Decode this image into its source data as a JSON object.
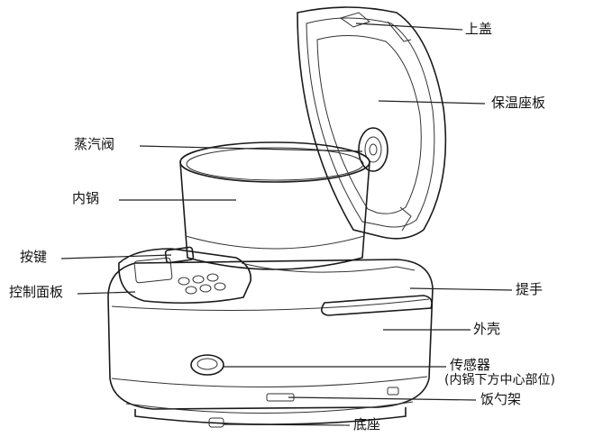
{
  "labels": {
    "lid": "上盖",
    "insulation_plate": "保温座板",
    "steam_valve": "蒸汽阀",
    "inner_pot": "内锅",
    "button": "按键",
    "control_panel": "控制面板",
    "handle": "提手",
    "shell": "外壳",
    "sensor_line1": "传感器",
    "sensor_line2": "(内锅下方中心部位)",
    "spoon_rack": "饭勺架",
    "base": "底座"
  }
}
